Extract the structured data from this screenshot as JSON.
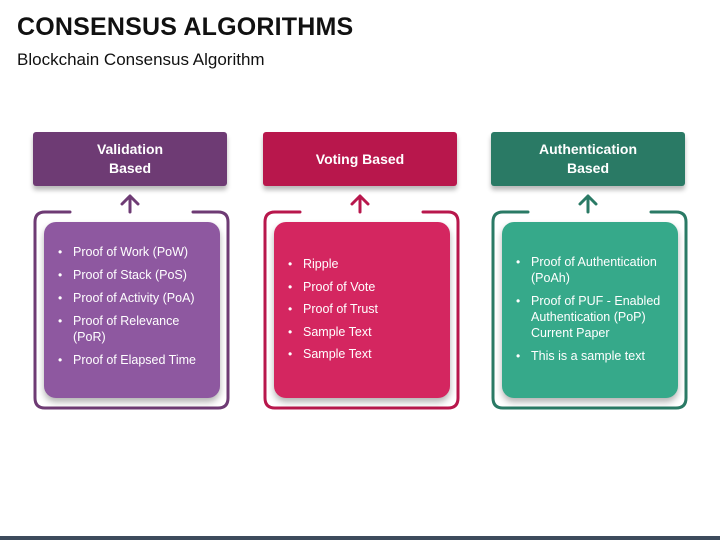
{
  "title": "CONSENSUS ALGORITHMS",
  "subtitle": "Blockchain Consensus Algorithm",
  "colors": {
    "purple_header": "#6e3b74",
    "purple_card": "#8e58a0",
    "purple_line": "#6e3b74",
    "red_header": "#b8174c",
    "red_card": "#d42660",
    "red_line": "#b8174c",
    "green_header": "#2a7a65",
    "green_card": "#36a98a",
    "green_line": "#2a7a65"
  },
  "columns": [
    {
      "header": "Validation\nBased",
      "items": [
        "Proof of Work (PoW)",
        "Proof of Stack (PoS)",
        "Proof of Activity (PoA)",
        "Proof of Relevance (PoR)",
        "Proof of Elapsed Time"
      ]
    },
    {
      "header": "Voting Based",
      "items": [
        "Ripple",
        "Proof of Vote",
        "Proof of Trust",
        "Sample Text",
        "Sample Text"
      ]
    },
    {
      "header": "Authentication\nBased",
      "items": [
        "Proof of Authentication (PoAh)",
        "Proof of PUF - Enabled Authentication (PoP) Current Paper",
        "This is a sample text"
      ]
    }
  ]
}
